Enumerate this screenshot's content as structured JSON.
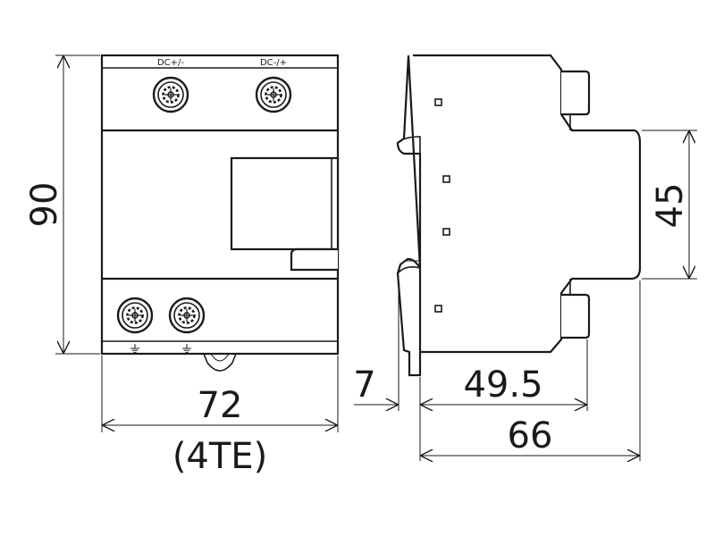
{
  "front_view": {
    "terminal_labels_top": [
      "DC+/-",
      "DC-/+"
    ],
    "terminal_labels_bottom": [
      "⏚",
      "⏚"
    ],
    "height_dim": "90",
    "width_dim": "72",
    "width_units_dim": "(4TE)"
  },
  "side_view": {
    "upper_height_dim": "45",
    "rail_offset_dim": "7",
    "front_depth_dim": "49.5",
    "total_depth_dim": "66"
  },
  "icons": {
    "terminal_screw": "crosshead-screw-icon",
    "earth": "earth-ground-icon"
  }
}
